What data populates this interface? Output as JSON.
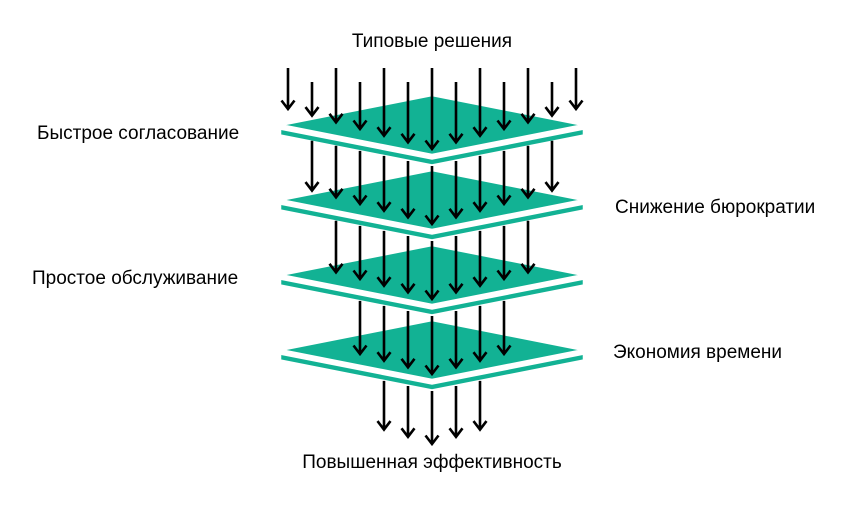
{
  "title": "Типовые решения",
  "footer": "Повышенная эффективность",
  "side_labels": [
    {
      "text": "Быстрое согласование",
      "side": "left",
      "plate": 1
    },
    {
      "text": "Снижение бюрократии",
      "side": "right",
      "plate": 2
    },
    {
      "text": "Простое обслуживание",
      "side": "left",
      "plate": 3
    },
    {
      "text": "Экономия времени",
      "side": "right",
      "plate": 4
    }
  ],
  "diagram": {
    "plate_count": 4,
    "arrow_bands": [
      13,
      11,
      9,
      7,
      5
    ]
  },
  "colors": {
    "plate": "#12b294",
    "plate_separator": "#ffffff",
    "arrow": "#000000",
    "text": "#000000",
    "background": "#ffffff"
  }
}
